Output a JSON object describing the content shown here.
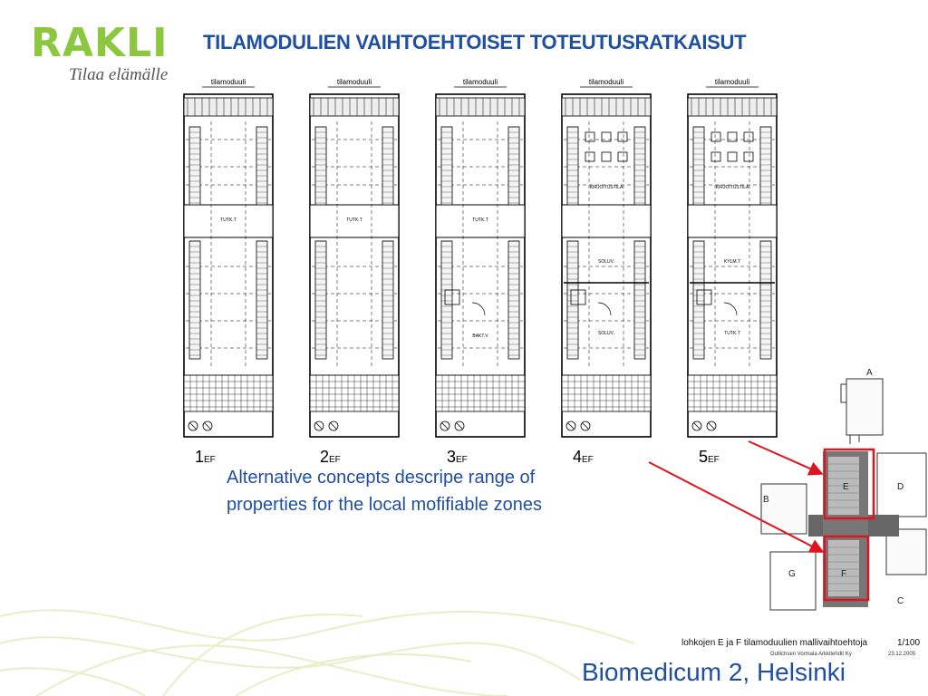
{
  "header": {
    "logo_text": "RAKLI",
    "logo_tagline": "Tilaa elämälle",
    "title": "TILAMODULIEN VAIHTOEHTOISET TOTEUTUSRATKAISUT"
  },
  "plans": [
    {
      "number": "1",
      "suffix": "EF",
      "module_label": "tilamoduuli",
      "rooms": [
        "TUTK.T"
      ]
    },
    {
      "number": "2",
      "suffix": "EF",
      "module_label": "tilamoduuli",
      "rooms": [
        "TUTK.T"
      ]
    },
    {
      "number": "3",
      "suffix": "EF",
      "module_label": "tilamoduuli",
      "rooms": [
        "TUTK.T",
        "BAKT.V"
      ]
    },
    {
      "number": "4",
      "suffix": "EF",
      "module_label": "tilamoduuli",
      "rooms": [
        "KIRJOITUSTILA",
        "SOLUV.",
        "SOLUV."
      ]
    },
    {
      "number": "5",
      "suffix": "EF",
      "module_label": "tilamoduuli",
      "rooms": [
        "KIRJOITUSTILA",
        "KYLM.T",
        "TUTK.T"
      ]
    }
  ],
  "caption": "Alternative concepts descripe range of properties for the local mofifiable zones",
  "site_plan": {
    "block_labels": [
      "A",
      "B",
      "C",
      "D",
      "E",
      "F",
      "G"
    ],
    "highlight_color": "#e0141e"
  },
  "sheet": {
    "title": "lohkojen E ja F tilamoduulien mallivaihtoehtoja",
    "scale": "1/100",
    "author": "Gullichsen Vormala Arkkitehdit Ky",
    "date": "23.12.2005"
  },
  "footer": {
    "place": "Biomedicum 2, Helsinki"
  },
  "colors": {
    "title_blue": "#1f4fa0",
    "logo_green": "#8dc63f",
    "arrow_red": "#e0141e"
  }
}
